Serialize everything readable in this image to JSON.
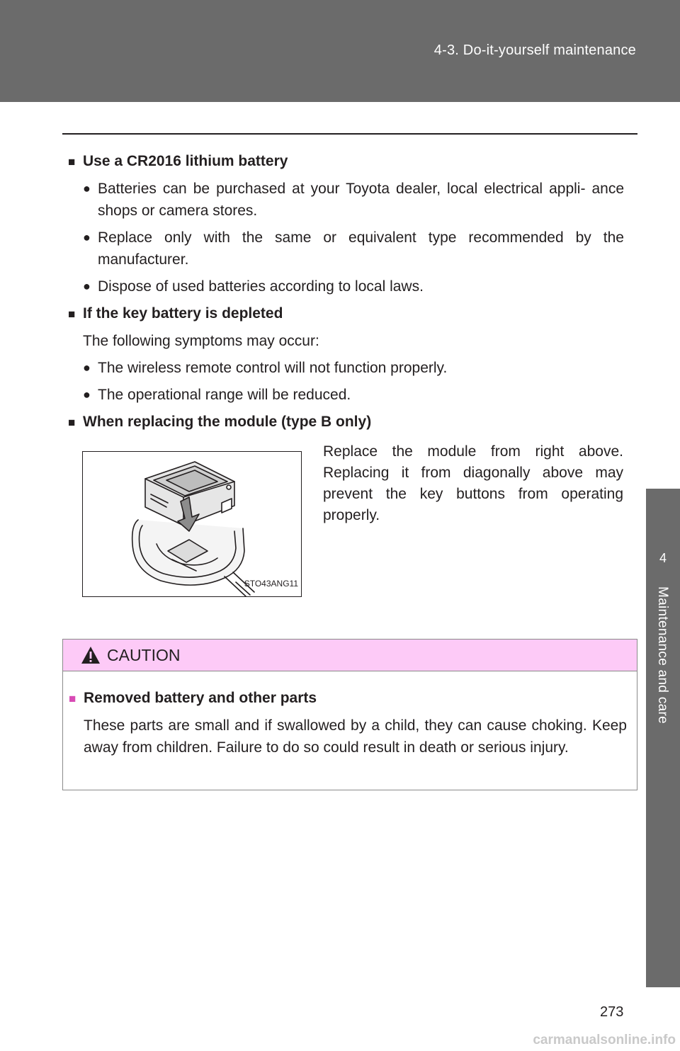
{
  "header": {
    "title": "4-3. Do-it-yourself maintenance"
  },
  "side_tab": {
    "number": "4",
    "label": "Maintenance and care"
  },
  "sections": [
    {
      "heading": "Use a CR2016 lithium battery",
      "bullets": [
        "Batteries can be purchased at your Toyota dealer, local electrical appli- ance shops or camera stores.",
        "Replace only with the same or equivalent type recommended by the manufacturer.",
        "Dispose of used batteries according to local laws."
      ]
    },
    {
      "heading": "If the key battery is depleted",
      "intro": "The following symptoms may occur:",
      "bullets": [
        "The wireless remote control will not function properly.",
        "The operational range will be reduced."
      ]
    },
    {
      "heading": "When replacing the module (type B only)",
      "figure_code": "STO43ANG11",
      "figure_text": "Replace the module from right above. Replacing it from diagonally above may prevent the key buttons from operating properly."
    }
  ],
  "caution": {
    "title": "CAUTION",
    "heading": "Removed battery and other parts",
    "text": "These parts are small and if swallowed by a child, they can cause choking. Keep away from children. Failure to do so could result in death or serious injury."
  },
  "page_number": "273",
  "watermark": "carmanualsonline.info",
  "markers": {
    "square": "■",
    "dot": "●"
  },
  "colors": {
    "header": "#6b6b6b",
    "caution_band": "#fdcaf7",
    "caution_marker": "#d84bb5"
  }
}
